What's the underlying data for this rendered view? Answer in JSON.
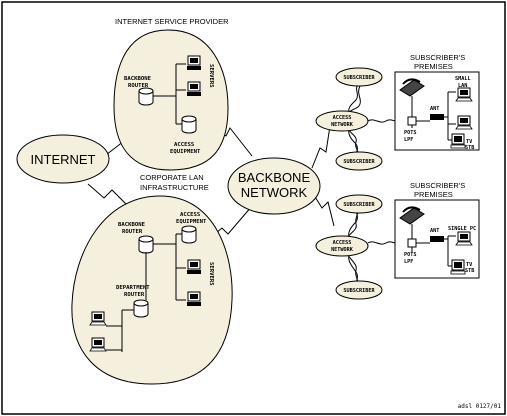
{
  "labels": {
    "isp_title": "INTERNET SERVICE PROVIDER",
    "internet": "INTERNET",
    "backbone_line1": "BACKBONE",
    "backbone_line2": "NETWORK",
    "corp_line1": "CORPORATE LAN",
    "corp_line2": "INFRASTRUCTURE",
    "backbone_router_line1": "BACKBONE",
    "backbone_router_line2": "ROUTER",
    "access_equipment_line1": "ACCESS",
    "access_equipment_line2": "EQUIPMENT",
    "department_router_line1": "DEPARTMENT",
    "department_router_line2": "ROUTER",
    "servers": "SERVERS",
    "subscriber": "SUBSCRIBER",
    "access_network_line1": "ACCESS",
    "access_network_line2": "NETWORK",
    "premises_line1": "SUBSCRIBER'S",
    "premises_line2": "PREMISES",
    "ant": "ANT",
    "pots_line1": "POTS",
    "pots_line2": "LPF",
    "small_lan_line1": "SMALL",
    "small_lan_line2": "LAN",
    "single_pc": "SINGLE PC",
    "tv_line1": "TV",
    "tv_line2": "STB",
    "footer_code": "adsl 0127/01"
  }
}
